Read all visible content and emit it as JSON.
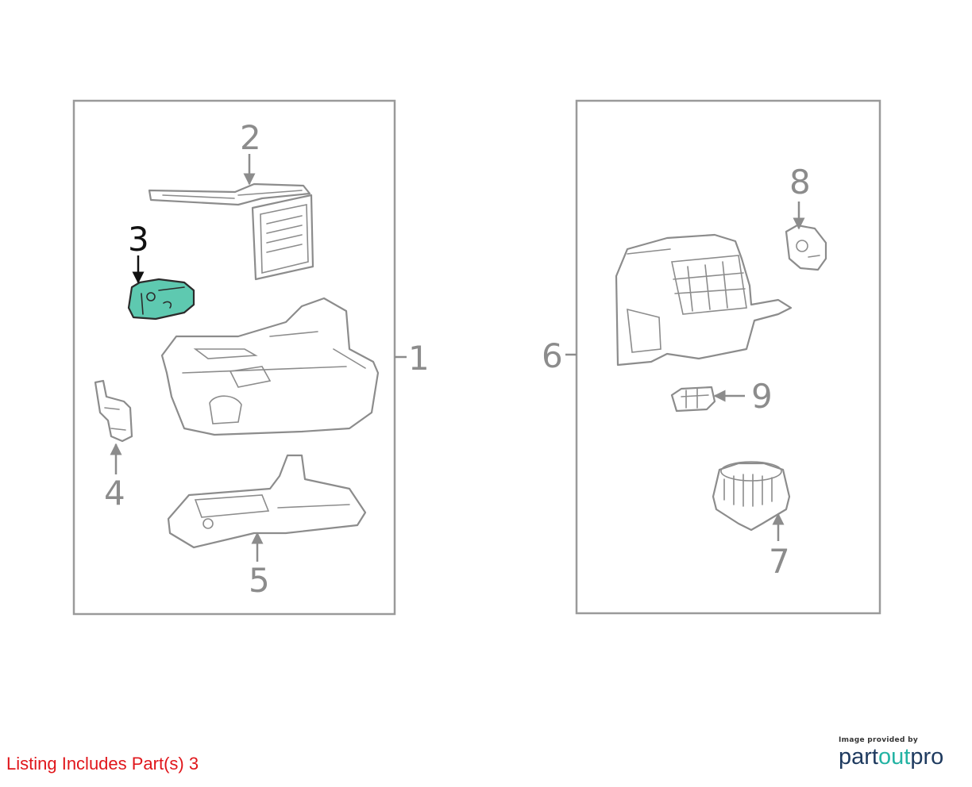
{
  "callouts": {
    "c1": "1",
    "c2": "2",
    "c3": "3",
    "c4": "4",
    "c5": "5",
    "c6": "6",
    "c7": "7",
    "c8": "8",
    "c9": "9"
  },
  "highlighted_part": "3",
  "listing_note": "Listing Includes Part(s) 3",
  "logo": {
    "caption": "Image provided by",
    "part1": "part",
    "part2": "out",
    "part3": "pro"
  },
  "colors": {
    "highlight_fill": "#5ec9b0",
    "note_text": "#e0161b",
    "line_gray": "#8c8c8c"
  }
}
